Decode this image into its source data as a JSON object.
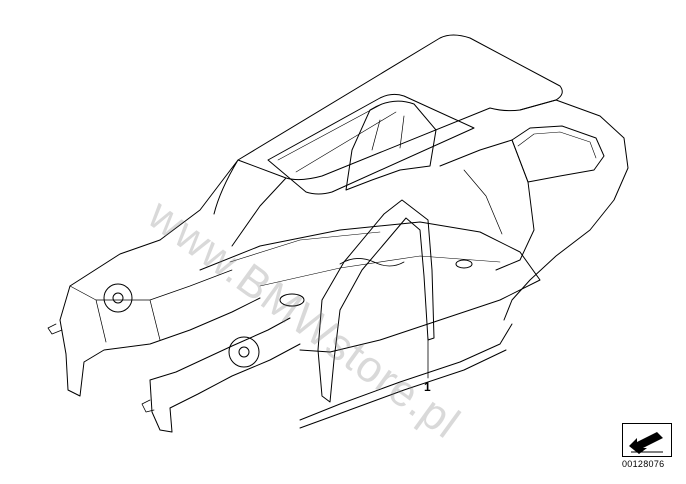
{
  "diagram": {
    "part_callout": "1",
    "watermark_text": "www.BMWstore.pl",
    "reference_number": "00128076",
    "icon": "arrow-down-left-icon",
    "line_color": "#000000",
    "background": "#ffffff"
  }
}
